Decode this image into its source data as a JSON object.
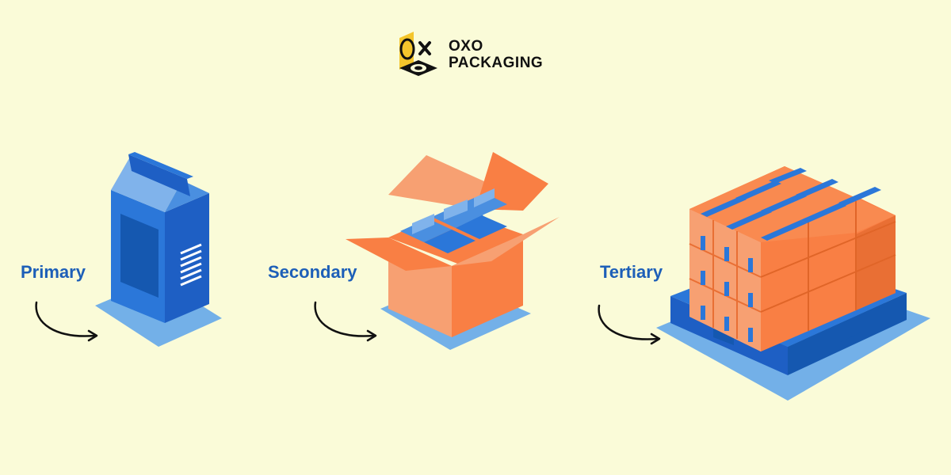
{
  "brand": {
    "logo_line1": "OXO",
    "logo_line2": "PACKAGING",
    "logo_mark_icon": "oxo-mark-icon"
  },
  "stages": [
    {
      "label": "Primary",
      "icon": "carton-bag-icon"
    },
    {
      "label": "Secondary",
      "icon": "open-box-icon"
    },
    {
      "label": "Tertiary",
      "icon": "pallet-icon"
    }
  ],
  "colors": {
    "background": "#fafbd8",
    "label_blue": "#1d5fb8",
    "shadow_blue": "#73b0e8",
    "orange": "#f97f44",
    "light_orange": "#f7a072",
    "blue": "#2f74d8"
  }
}
